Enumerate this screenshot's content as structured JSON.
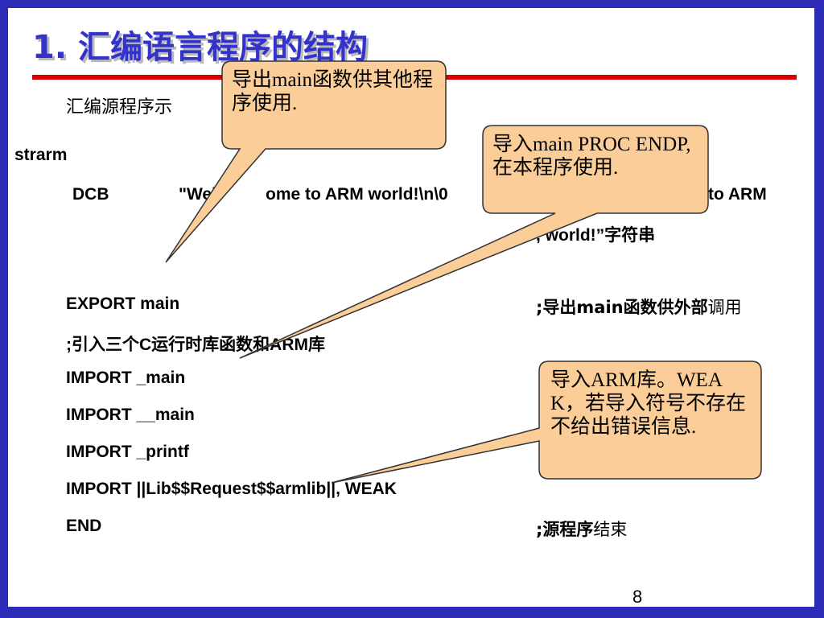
{
  "slide": {
    "title": "1. 汇编语言程序的结构",
    "intro": "汇编源程序示",
    "page_number": "8"
  },
  "code": {
    "label": "strarm",
    "dcb_directive": "DCB",
    "dcb_string": "\"Wel",
    "dcb_string_tail": "ome to ARM world!\\n\\0",
    "dcb_comment_tail": "to ARM",
    "dcb_comment_line2": ", world!”字符串",
    "export_line": "EXPORT main",
    "export_comment_bold": ";导出main函数供外部",
    "export_comment_plain": "调用",
    "import_comment": ";引入三个C运行时库函数和ARM库",
    "import_lines": [
      "IMPORT _main",
      "IMPORT __main",
      "IMPORT _printf",
      "IMPORT ||Lib$$Request$$armlib||, WEAK"
    ],
    "end_line": "END",
    "end_comment_bold": ";源程序",
    "end_comment_plain": "结束"
  },
  "callouts": [
    {
      "text": "导出main函数供其他程序使用."
    },
    {
      "text": "导入main PROC ENDP,在本程序使用."
    },
    {
      "text": "导入ARM库。WEAK，若导入符号不存在不给出错误信息."
    }
  ],
  "colors": {
    "frame": "#2b2bb8",
    "title": "#3333cc",
    "rule": "#dd0000",
    "callout_fill": "#fbcd98",
    "callout_stroke": "#333333"
  }
}
